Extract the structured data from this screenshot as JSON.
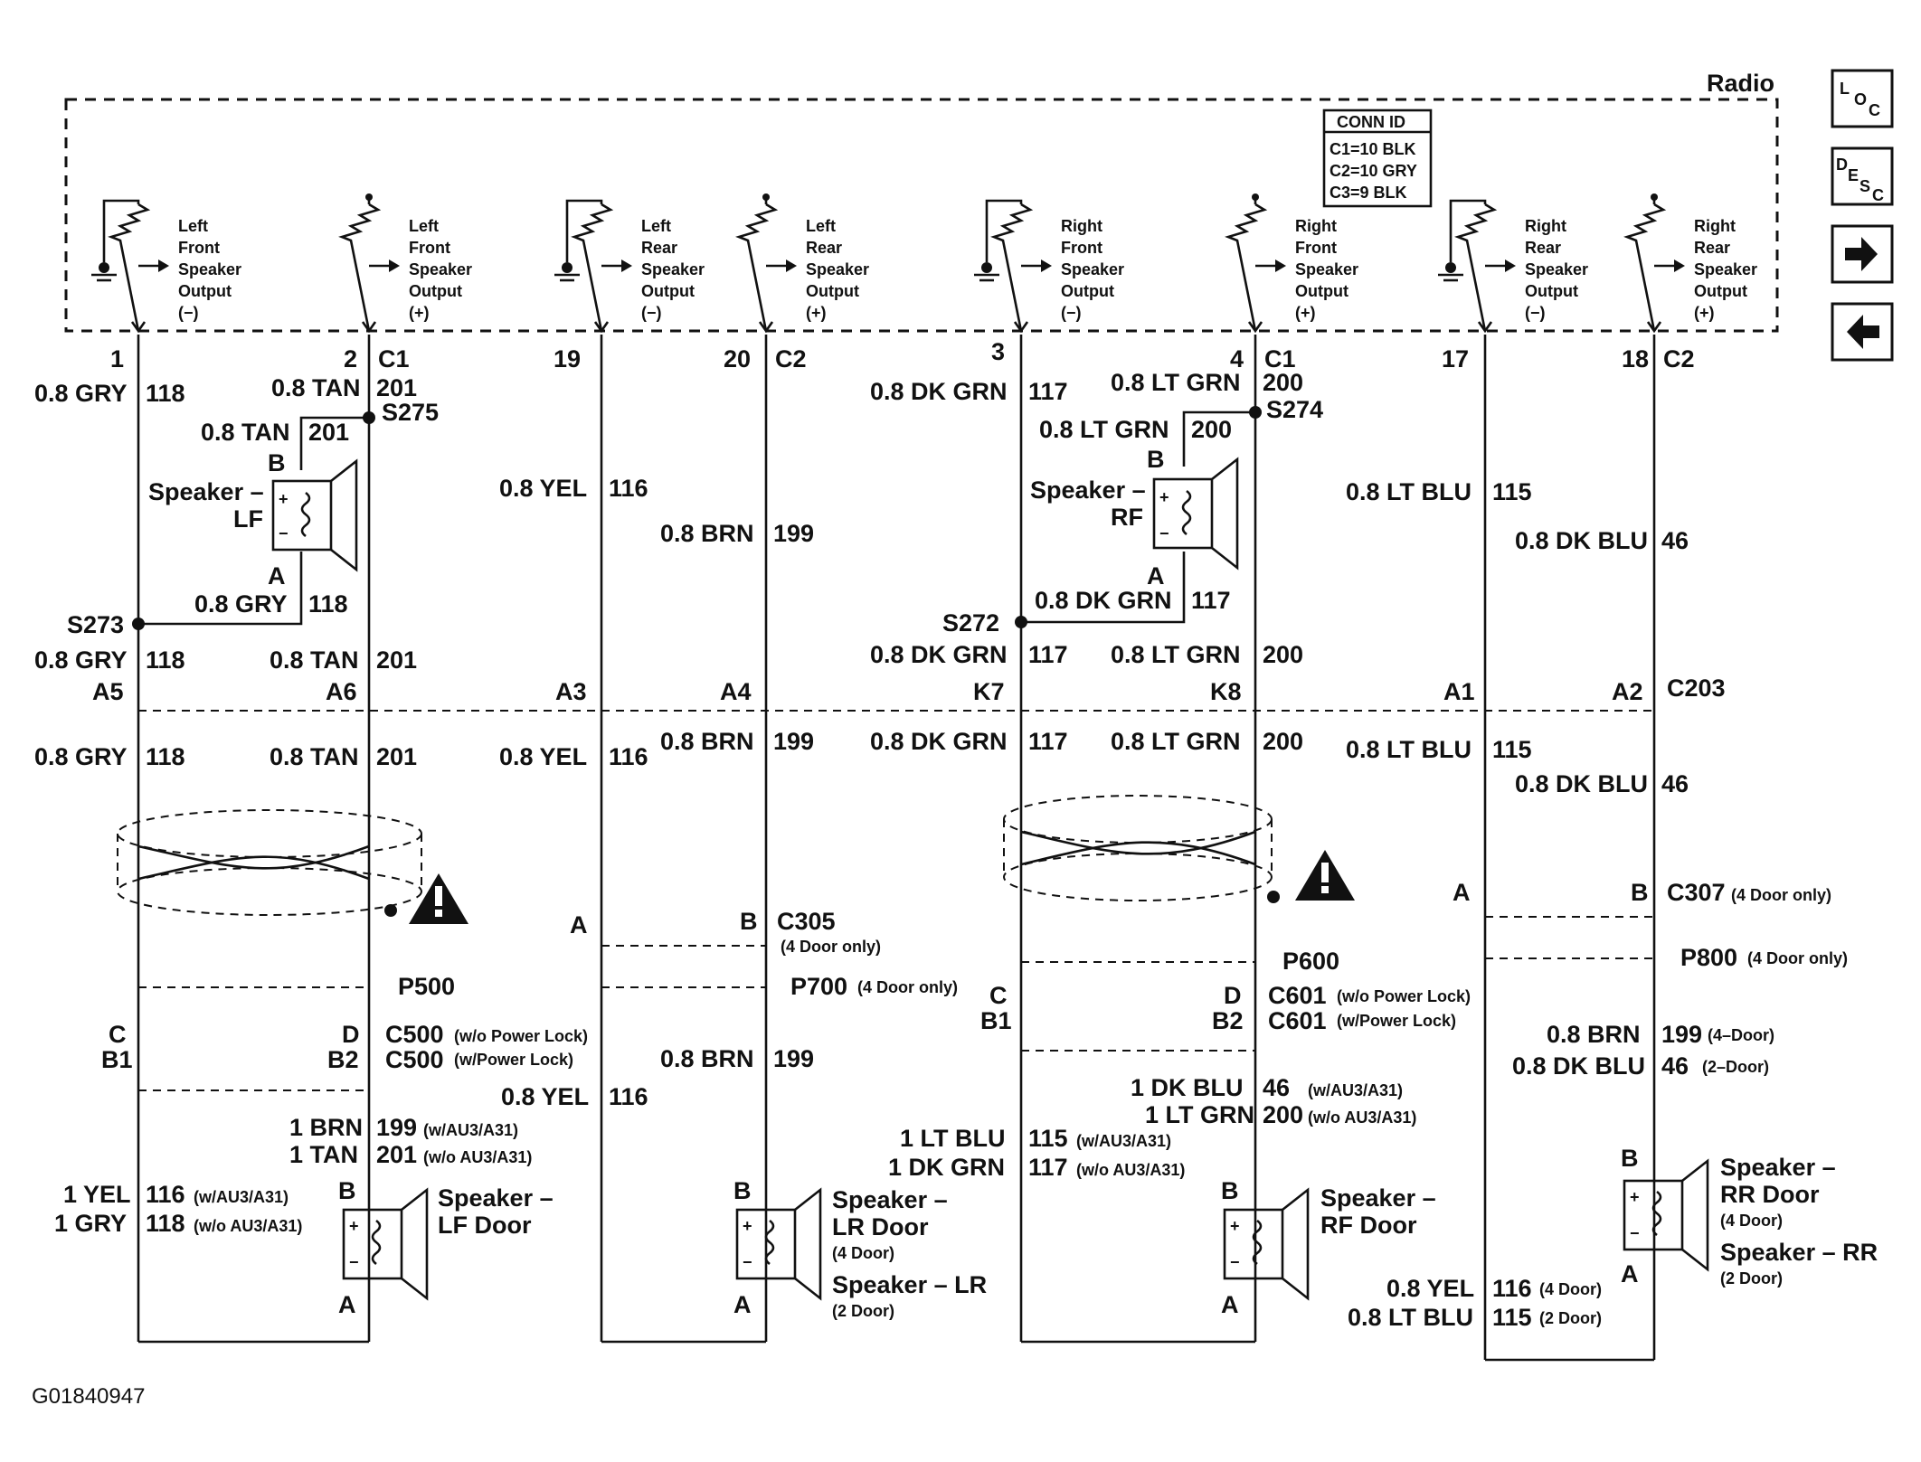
{
  "radio": {
    "title": "Radio"
  },
  "conn_id": {
    "title": "CONN ID",
    "rows": [
      "C1=10 BLK",
      "C2=10 GRY",
      "C3=9 BLK"
    ]
  },
  "nav": {
    "loc": "LOC",
    "desc": "DESC"
  },
  "outputs": [
    {
      "lines": [
        "Left",
        "Front",
        "Speaker",
        "Output",
        "(−)"
      ]
    },
    {
      "lines": [
        "Left",
        "Front",
        "Speaker",
        "Output",
        "(+)"
      ]
    },
    {
      "lines": [
        "Left",
        "Rear",
        "Speaker",
        "Output",
        "(−)"
      ]
    },
    {
      "lines": [
        "Left",
        "Rear",
        "Speaker",
        "Output",
        "(+)"
      ]
    },
    {
      "lines": [
        "Right",
        "Front",
        "Speaker",
        "Output",
        "(−)"
      ]
    },
    {
      "lines": [
        "Right",
        "Front",
        "Speaker",
        "Output",
        "(+)"
      ]
    },
    {
      "lines": [
        "Right",
        "Rear",
        "Speaker",
        "Output",
        "(−)"
      ]
    },
    {
      "lines": [
        "Right",
        "Rear",
        "Speaker",
        "Output",
        "(+)"
      ]
    }
  ],
  "pins": {
    "p1": "1",
    "p2": "2",
    "c1a": "C1",
    "p19": "19",
    "p20": "20",
    "c2a": "C2",
    "p3": "3",
    "p4": "4",
    "c1b": "C1",
    "p17": "17",
    "p18": "18",
    "c2b": "C2"
  },
  "wires": {
    "gry118": "0.8 GRY",
    "n118": "118",
    "tan201": "0.8 TAN",
    "n201": "201",
    "yel116": "0.8 YEL",
    "n116": "116",
    "brn199": "0.8 BRN",
    "n199": "199",
    "dkgrn117": "0.8 DK GRN",
    "n117": "117",
    "ltgrn200": "0.8 LT GRN",
    "n200": "200",
    "ltblu115": "0.8 LT BLU",
    "n115": "115",
    "dkblu46": "0.8 DK BLU",
    "n46": "46"
  },
  "splices": {
    "s275": "S275",
    "s273": "S273",
    "s274": "S274",
    "s272": "S272"
  },
  "speakers": {
    "lf": [
      "Speaker –",
      "LF"
    ],
    "rf": [
      "Speaker –",
      "RF"
    ],
    "lf_door": [
      "Speaker –",
      "LF Door"
    ],
    "lr_door": [
      "Speaker –",
      "LR Door"
    ],
    "lr_door_note": "(4 Door)",
    "lr": "Speaker – LR",
    "lr_note": "(2 Door)",
    "rf_door": [
      "Speaker –",
      "RF Door"
    ],
    "rr_door": [
      "Speaker –",
      "RR Door"
    ],
    "rr_door_note": "(4 Door)",
    "rr": "Speaker – RR",
    "rr_note": "(2 Door)",
    "term_a": "A",
    "term_b": "B",
    "plus": "+",
    "minus": "−"
  },
  "c203": {
    "label": "C203",
    "pins": [
      "A5",
      "A6",
      "A3",
      "A4",
      "K7",
      "K8",
      "A1",
      "A2"
    ]
  },
  "connectors": {
    "c305": "C305",
    "c305_note": "(4 Door only)",
    "c307": "C307",
    "c307_note": "(4 Door only)",
    "p500": "P500",
    "p700": "P700",
    "p700_note": "(4 Door only)",
    "p600": "P600",
    "p800": "P800",
    "p800_note": "(4 Door only)",
    "c500a": "C500",
    "c500a_note": "(w/o Power Lock)",
    "c500b": "C500",
    "c500b_note": "(w/Power Lock)",
    "c601a": "C601",
    "c601a_note": "(w/o Power Lock)",
    "c601b": "C601",
    "c601b_note": "(w/Power Lock)",
    "pin_a": "A",
    "pin_b": "B",
    "pin_c": "C",
    "pin_d": "D",
    "pin_b1": "B1",
    "pin_b2": "B2"
  },
  "door_wires": {
    "brn199_1": "1 BRN",
    "n199": "199",
    "au_w": "(w/AU3/A31)",
    "tan201_1": "1 TAN",
    "n201": "201",
    "au_wo": "(w/o AU3/A31)",
    "yel116_1": "1 YEL",
    "n116": "116",
    "gry118_1": "1 GRY",
    "n118": "118",
    "yel116_08": "0.8 YEL",
    "brn199_08": "0.8 BRN",
    "ltblu115_1": "1 LT BLU",
    "n115": "115",
    "dkgrn117_1": "1 DK GRN",
    "n117": "117",
    "dkblu46_1": "1 DK BLU",
    "n46": "46",
    "ltgrn200_1": "1 LT GRN",
    "n200": "200",
    "brn199_rr": "0.8 BRN",
    "n199_rr": "199",
    "door4": "(4–Door)",
    "dkblu46_rr": "0.8 DK BLU",
    "n46_rr": "46",
    "door2": "(2–Door)",
    "yel116_rr": "0.8 YEL",
    "n116_rr": "116",
    "door4b": "(4 Door)",
    "ltblu115_rr": "0.8 LT BLU",
    "n115_rr": "115",
    "door2b": "(2 Door)"
  },
  "footer": {
    "id": "G01840947"
  }
}
